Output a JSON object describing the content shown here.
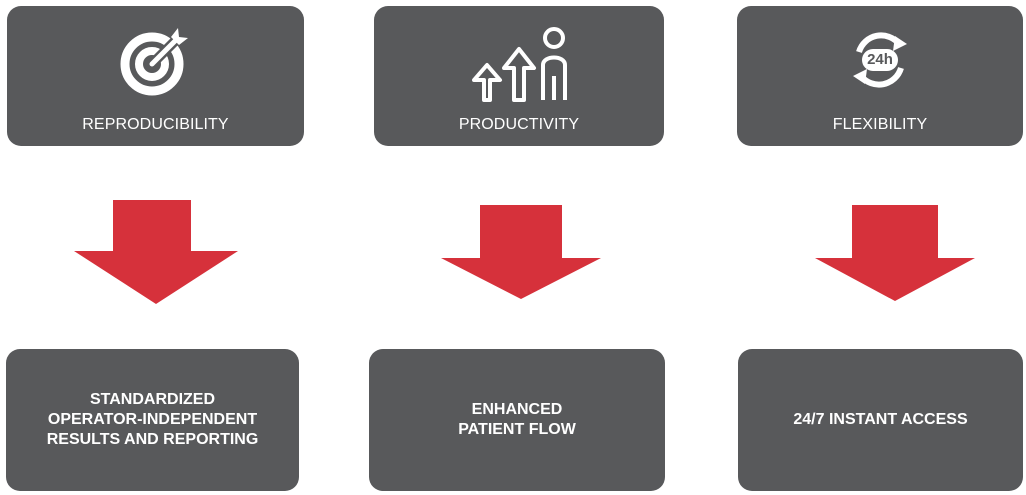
{
  "columns": [
    {
      "top_label": "REPRODUCIBILITY",
      "icon": "target-arrow-icon",
      "bottom_text": "STANDARDIZED\nOPERATOR-INDEPENDENT\nRESULTS AND REPORTING"
    },
    {
      "top_label": "PRODUCTIVITY",
      "icon": "arrows-up-person-icon",
      "bottom_text": "ENHANCED\nPATIENT FLOW"
    },
    {
      "top_label": "FLEXIBILITY",
      "icon": "24h-cycle-icon",
      "icon_text": "24h",
      "bottom_text": "24/7 INSTANT ACCESS"
    }
  ],
  "colors": {
    "box": "#58595b",
    "arrow": "#d6313b",
    "text": "#ffffff"
  }
}
